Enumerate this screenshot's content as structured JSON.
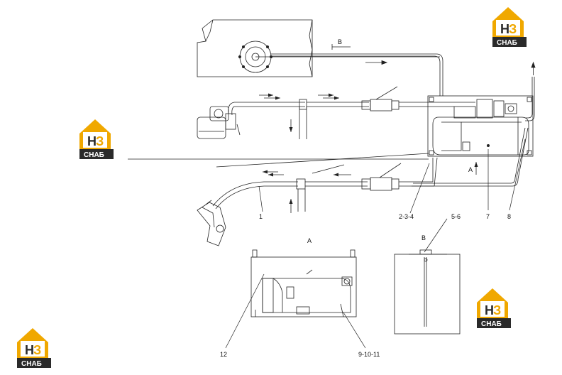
{
  "colors": {
    "line": "#222222",
    "logo_yellow": "#f0a800",
    "logo_dark": "#2a2a2a"
  },
  "logo": {
    "mark_h": "Н",
    "mark_3": "З",
    "name": "СНАБ"
  },
  "views": {
    "a": "A",
    "b": "B",
    "b_top": "B",
    "a_mark": "A"
  },
  "callouts": {
    "c1": "1",
    "c234": "2-3-4",
    "c56": "5-6",
    "c7": "7",
    "c8": "8",
    "c12": "12",
    "c91011": "9-10-11"
  }
}
